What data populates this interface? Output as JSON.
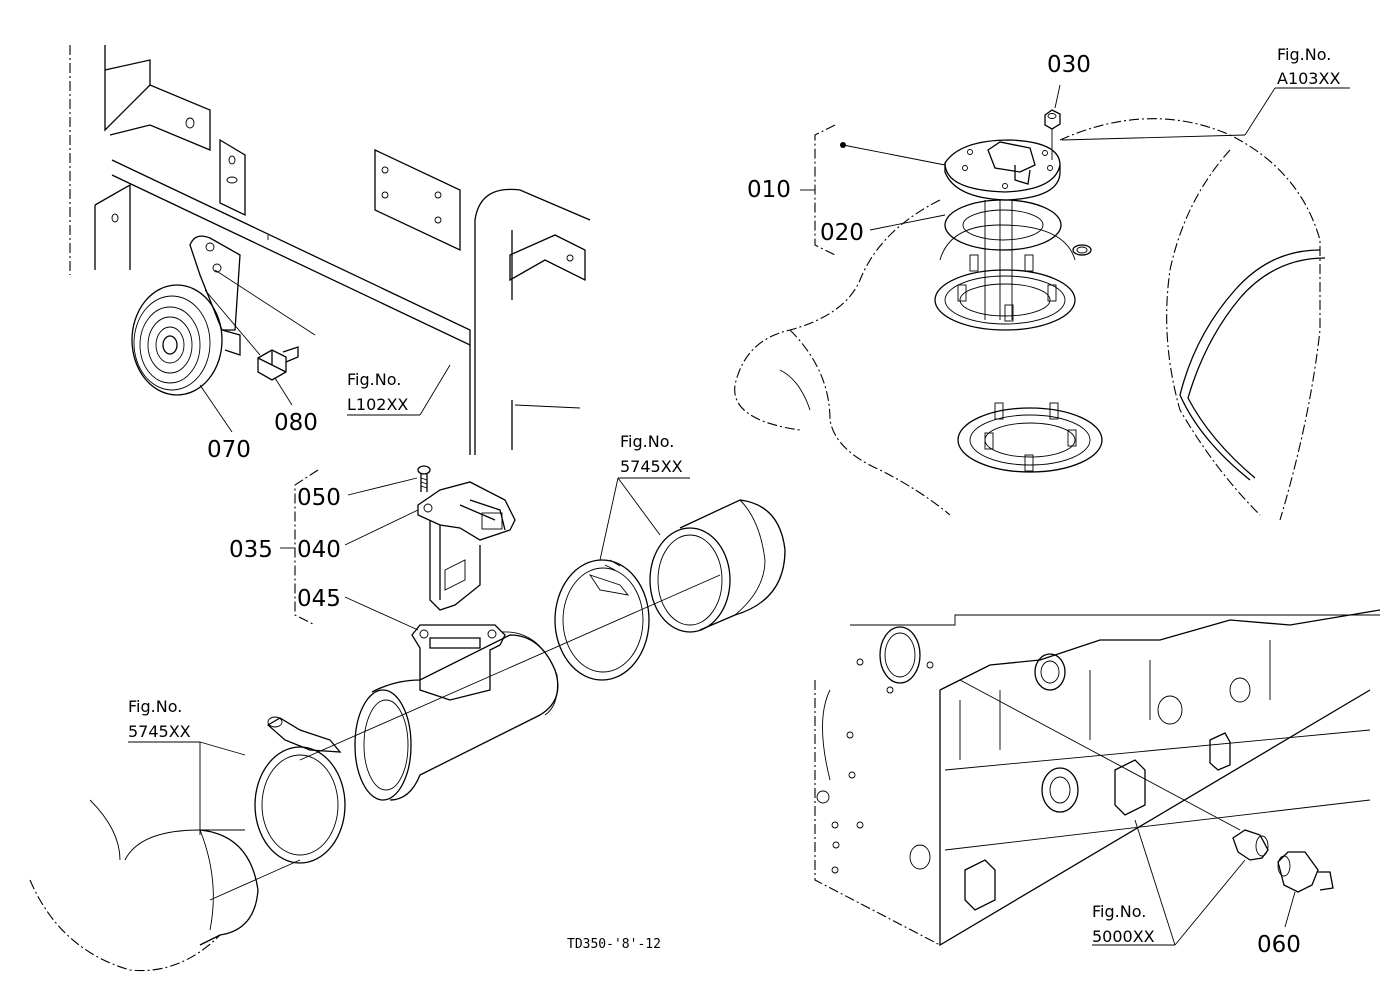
{
  "parts": [
    {
      "id": "p010",
      "label": "010"
    },
    {
      "id": "p020",
      "label": "020"
    },
    {
      "id": "p030",
      "label": "030"
    },
    {
      "id": "p035",
      "label": "035"
    },
    {
      "id": "p040",
      "label": "040"
    },
    {
      "id": "p045",
      "label": "045"
    },
    {
      "id": "p050",
      "label": "050"
    },
    {
      "id": "p060",
      "label": "060"
    },
    {
      "id": "p070",
      "label": "070"
    },
    {
      "id": "p080",
      "label": "080"
    }
  ],
  "figure_refs": [
    {
      "prefix": "Fig.No.",
      "code": "A103XX"
    },
    {
      "prefix": "Fig.No.",
      "code": "L102XX"
    },
    {
      "prefix": "Fig.No.",
      "code": "5745XX"
    },
    {
      "prefix": "Fig.No.",
      "code": "5745XX"
    },
    {
      "prefix": "Fig.No.",
      "code": "5000XX"
    }
  ],
  "drawing_code": "TD350-'8'-12"
}
